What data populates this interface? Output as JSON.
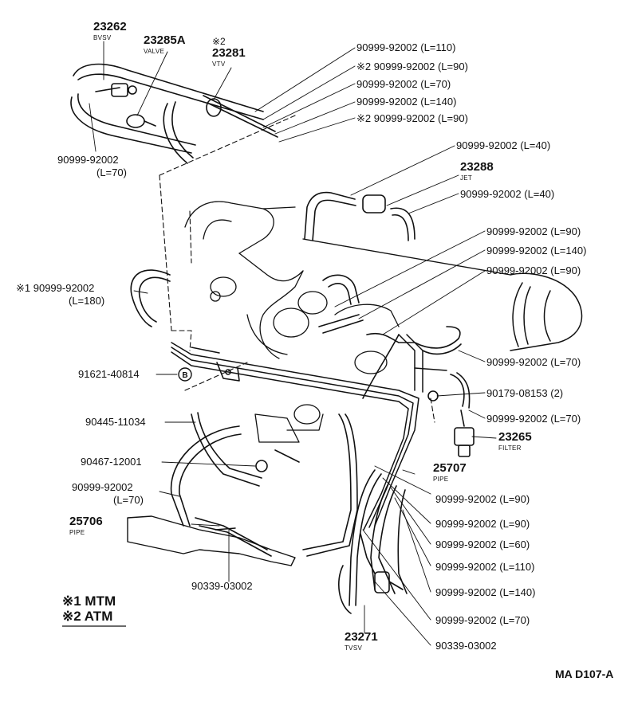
{
  "diagram": {
    "top_group": {
      "bvsv_part": "23262",
      "bvsv_name": "BVSV",
      "valve_part": "23285A",
      "valve_name": "VALVE",
      "vtv_mark": "※2",
      "vtv_part": "23281",
      "vtv_name": "VTV",
      "hose_left_part": "90999-92002",
      "hose_left_len": "(L=70)"
    },
    "top_right_callouts": [
      "90999-92002  (L=110)",
      "※2  90999-92002  (L=90)",
      "90999-92002  (L=70)",
      "90999-92002  (L=140)",
      "※2  90999-92002  (L=90)"
    ],
    "jet_group": {
      "hose1": "90999-92002  (L=40)",
      "jet_part": "23288",
      "jet_name": "JET",
      "hose2": "90999-92002  (L=40)"
    },
    "mid_right_callouts": [
      "90999-92002  (L=90)",
      "90999-92002  (L=140)",
      "90999-92002  (L=90)"
    ],
    "right_lower": {
      "hose_70a": "90999-92002  (L=70)",
      "clamp": "90179-08153  (2)",
      "hose_70b": "90999-92002  (L=70)",
      "filter_part": "23265",
      "filter_name": "FILTER",
      "pipe_part": "25707",
      "pipe_name": "PIPE"
    },
    "left_side": {
      "mtm_hose": "※1  90999-92002",
      "mtm_hose_len": "(L=180)",
      "bolt": "91621-40814",
      "hose_a": "90445-11034",
      "clip": "90467-12001",
      "hose_b": "90999-92002",
      "hose_b_len": "(L=70)",
      "pipe_part": "25706",
      "pipe_name": "PIPE",
      "plug_left": "90339-03002"
    },
    "bottom_right_callouts": [
      "90999-92002  (L=90)",
      "90999-92002  (L=90)",
      "90999-92002  (L=60)",
      "90999-92002  (L=110)",
      "90999-92002  (L=140)",
      "90999-92002  (L=70)",
      "90339-03002"
    ],
    "tvsv_part": "23271",
    "tvsv_name": "TVSV",
    "legend": [
      "※1 MTM",
      "※2 ATM"
    ],
    "drawing_code": "MA D107-A"
  }
}
